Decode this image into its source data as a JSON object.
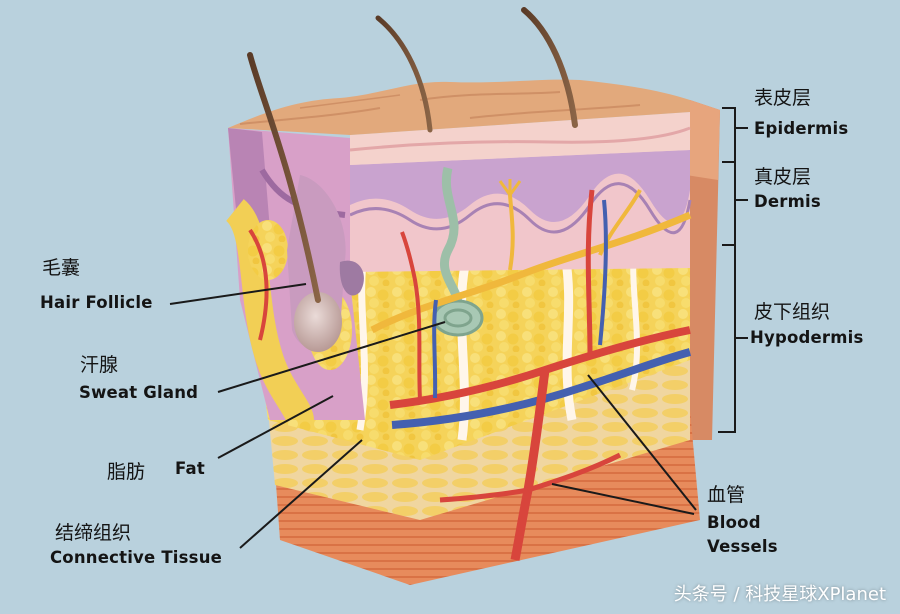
{
  "labels": {
    "epidermis": {
      "zh": "表皮层",
      "en": "Epidermis"
    },
    "dermis": {
      "zh": "真皮层",
      "en": "Dermis"
    },
    "hypodermis": {
      "zh": "皮下组织",
      "en": "Hypodermis"
    },
    "hair_follicle": {
      "zh": "毛囊",
      "en": "Hair Follicle"
    },
    "sweat_gland": {
      "zh": "汗腺",
      "en": "Sweat Gland"
    },
    "fat": {
      "zh": "脂肪",
      "en": "Fat"
    },
    "connective_tissue": {
      "zh": "结缔组织",
      "en": "Connective Tissue"
    },
    "blood_vessels": {
      "zh": "血管",
      "en_line1": "Blood",
      "en_line2": "Vessels"
    }
  },
  "watermark": "头条号 / 科技星球XPlanet",
  "colors": {
    "background": "#b9d1dd",
    "epidermis": "#e2a97c",
    "dermis": "#f0c0c8",
    "fat": "#f2cc4a",
    "artery": "#d8453c",
    "vein": "#4460b0",
    "nerve": "#f0b83c",
    "hair": "#6b4a34"
  }
}
